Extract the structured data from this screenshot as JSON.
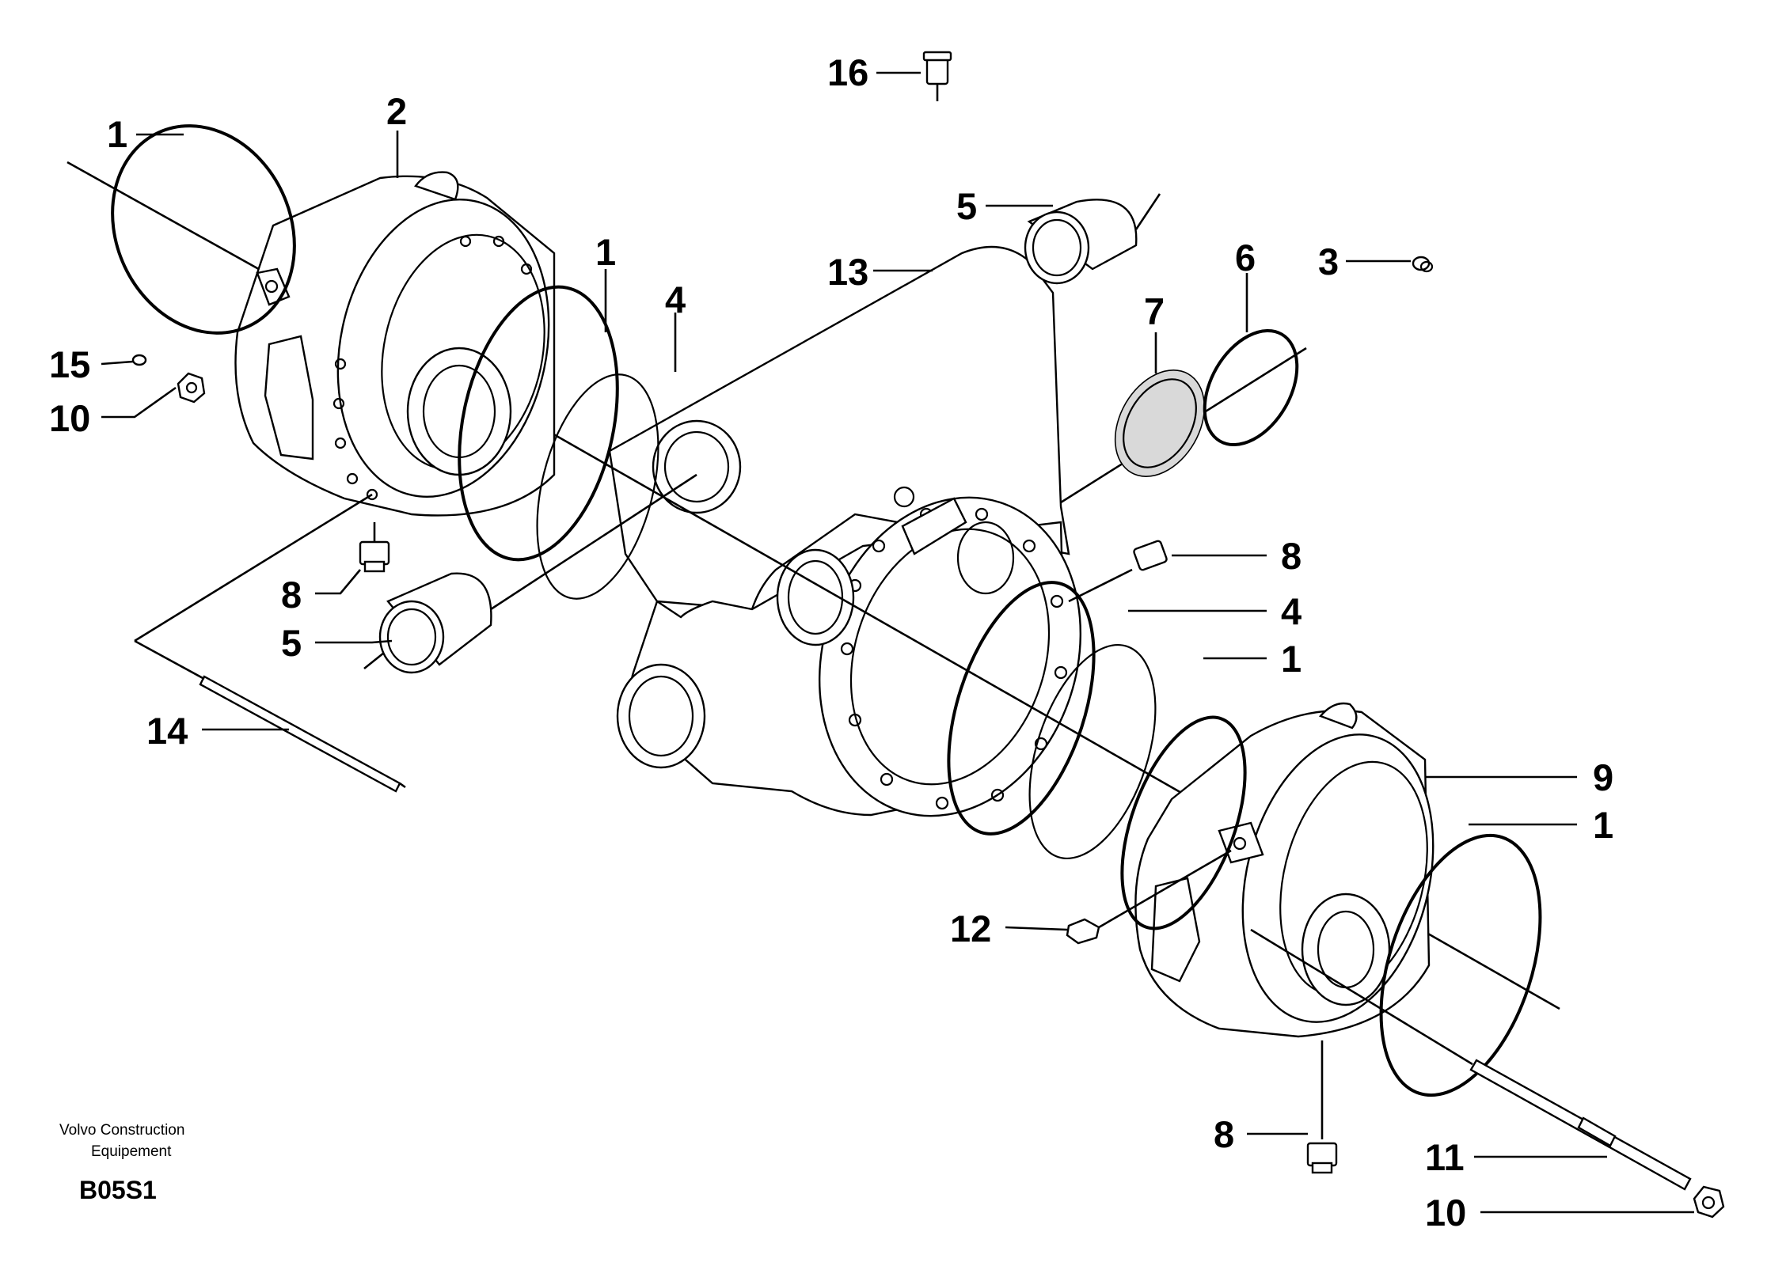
{
  "diagram": {
    "callouts": [
      "16",
      "1",
      "2",
      "15",
      "10",
      "8",
      "5",
      "14",
      "1",
      "4",
      "13",
      "5",
      "7",
      "6",
      "3",
      "8",
      "4",
      "1",
      "9",
      "1",
      "12",
      "8",
      "11",
      "10"
    ]
  },
  "footer": {
    "brand_line1": "Volvo Construction",
    "brand_line2": "Equipement",
    "code": "B05S1"
  }
}
